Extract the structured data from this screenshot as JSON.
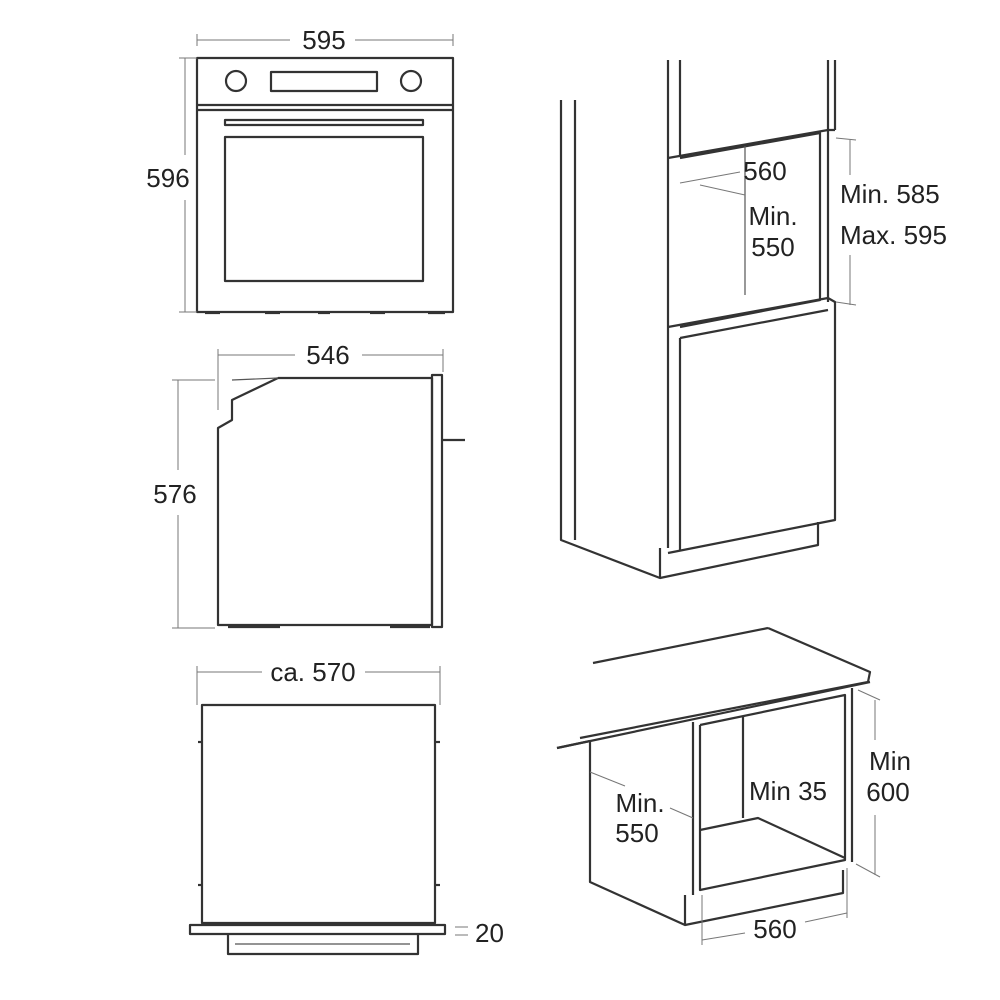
{
  "front_view": {
    "width_label": "595",
    "height_label": "596"
  },
  "side_view": {
    "depth_label": "546",
    "height_label": "576"
  },
  "top_view": {
    "width_label": "ca. 570",
    "door_label": "20"
  },
  "tall_cabinet": {
    "width_label": "560",
    "depth_label_1": "Min.",
    "depth_label_2": "550",
    "height_label_1": "Min. 585",
    "height_label_2": "Max. 595"
  },
  "under_counter": {
    "depth_label_1": "Min.",
    "depth_label_2": "550",
    "gap_label": "Min 35",
    "height_label_1": "Min",
    "height_label_2": "600",
    "width_label": "560"
  },
  "colors": {
    "line": "#333333",
    "dimension": "#777777",
    "text": "#222222"
  }
}
